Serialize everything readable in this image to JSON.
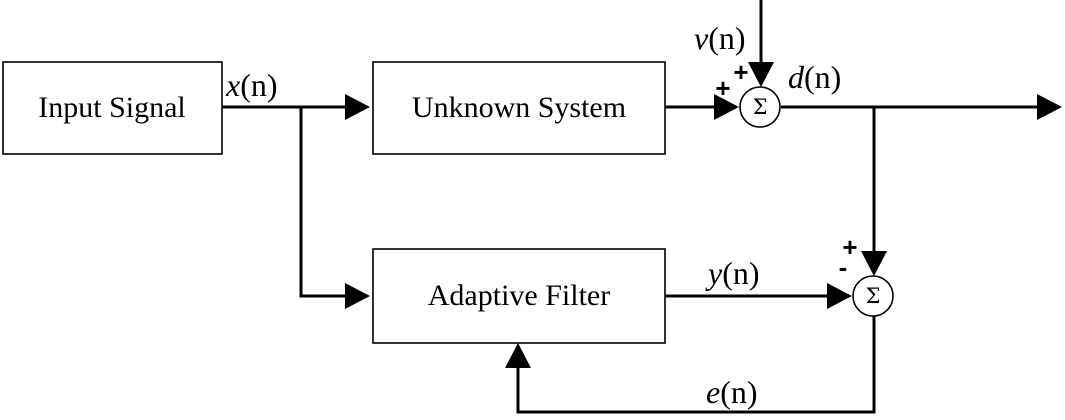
{
  "blocks": {
    "input": "Input Signal",
    "unknown": "Unknown System",
    "adaptive": "Adaptive Filter"
  },
  "signals": {
    "x": {
      "var": "x",
      "arg": "(n)"
    },
    "v": {
      "var": "v",
      "arg": "(n)"
    },
    "d": {
      "var": "d",
      "arg": "(n)"
    },
    "y": {
      "var": "y",
      "arg": "(n)"
    },
    "e": {
      "var": "e",
      "arg": "(n)"
    }
  },
  "summers": {
    "top": {
      "symbol": "Σ",
      "sign_a": "+",
      "sign_b": "+"
    },
    "bottom": {
      "symbol": "Σ",
      "sign_plus": "+",
      "sign_minus": "-"
    }
  }
}
